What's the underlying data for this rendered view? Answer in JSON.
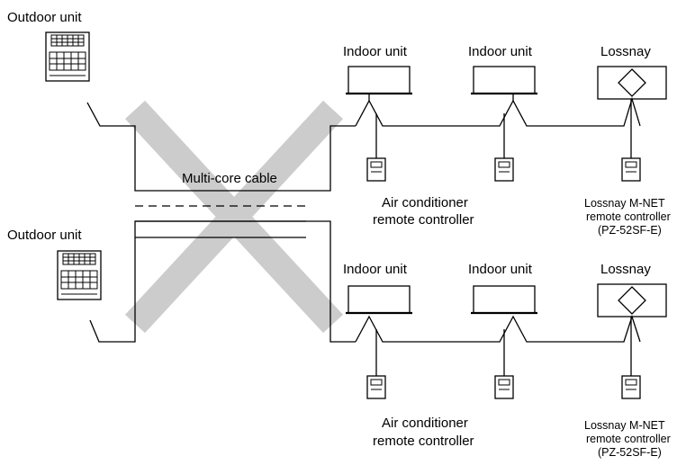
{
  "labels": {
    "outdoor_unit_top": "Outdoor unit",
    "outdoor_unit_bottom": "Outdoor unit",
    "multi_core_cable": "Multi-core cable",
    "top_indoor_unit_1": "Indoor unit",
    "top_indoor_unit_2": "Indoor unit",
    "top_lossnay": "Lossnay",
    "bottom_indoor_unit_1": "Indoor unit",
    "bottom_indoor_unit_2": "Indoor unit",
    "bottom_lossnay": "Lossnay",
    "top_ac_remote": [
      "Air conditioner",
      "remote controller"
    ],
    "bottom_ac_remote": [
      "Air conditioner",
      "remote controller"
    ],
    "top_lossnay_remote": [
      "Lossnay M-NET",
      "remote controller",
      "(PZ-52SF-E)"
    ],
    "bottom_lossnay_remote": [
      "Lossnay M-NET",
      "remote controller",
      "(PZ-52SF-E)"
    ]
  },
  "colors": {
    "cross_mark": "#cccccc",
    "lines": "#000000"
  },
  "icons": {
    "outdoor_unit": "outdoor-unit-icon",
    "indoor_unit": "indoor-unit-icon",
    "lossnay": "lossnay-icon",
    "remote_controller": "remote-controller-icon",
    "prohibited_mark": "cross-mark-icon"
  }
}
